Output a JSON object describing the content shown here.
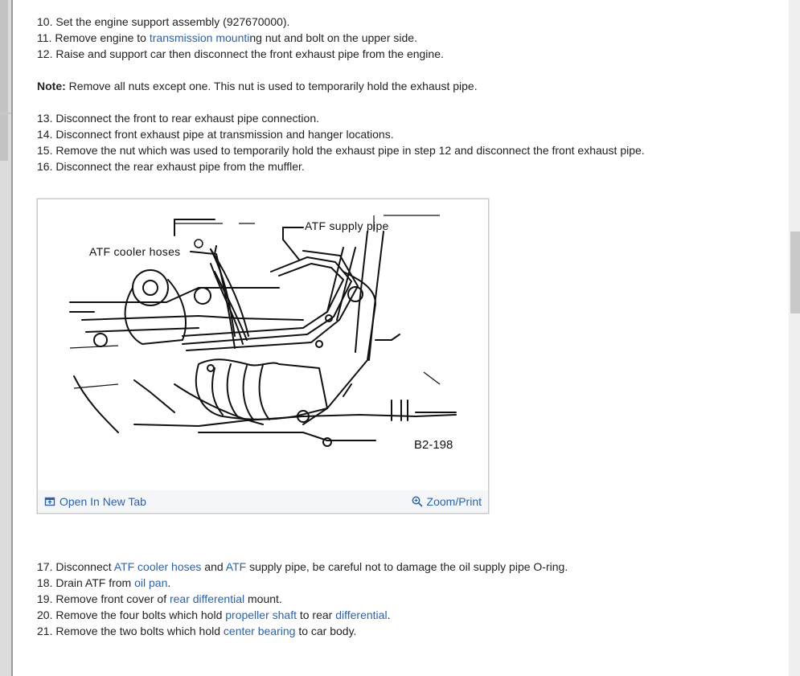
{
  "steps_top": [
    {
      "num": "10.",
      "before": "Set the engine support assembly (927670000).",
      "link": "",
      "after": ""
    },
    {
      "num": "11.",
      "before": "Remove engine to ",
      "link": "transmission mounti",
      "after": "ng nut and bolt on the upper side."
    },
    {
      "num": "12.",
      "before": "Raise and support car then disconnect the front exhaust pipe from the engine.",
      "link": "",
      "after": ""
    }
  ],
  "note": {
    "label": "Note:",
    "text": " Remove all nuts except one. This nut is used to temporarily hold the exhaust pipe."
  },
  "steps_mid": [
    {
      "num": "13.",
      "text": "Disconnect the front to rear exhaust pipe connection."
    },
    {
      "num": "14.",
      "text": "Disconnect front exhaust pipe at transmission and hanger locations."
    },
    {
      "num": "15.",
      "text": "Remove the nut which was used to temporarily hold the exhaust pipe in step 12 and disconnect the front exhaust pipe."
    },
    {
      "num": "16.",
      "text": "Disconnect the rear exhaust pipe from the muffler."
    }
  ],
  "figure": {
    "label_cooler": "ATF cooler hoses",
    "label_supply": "ATF supply pipe",
    "code": "B2-198",
    "open_tab": "Open In New Tab",
    "zoom": "Zoom/Print"
  },
  "steps_bottom": [
    {
      "num": "17.",
      "parts": [
        {
          "t": "Disconnect ",
          "link": false
        },
        {
          "t": "ATF cooler hoses",
          "link": true
        },
        {
          "t": " and ",
          "link": false
        },
        {
          "t": "ATF",
          "link": true
        },
        {
          "t": " supply pipe, be careful not to damage the oil supply pipe O-ring.",
          "link": false
        }
      ]
    },
    {
      "num": "18.",
      "parts": [
        {
          "t": "Drain ATF from ",
          "link": false
        },
        {
          "t": "oil pan",
          "link": true
        },
        {
          "t": ".",
          "link": false
        }
      ]
    },
    {
      "num": "19.",
      "parts": [
        {
          "t": "Remove front cover of ",
          "link": false
        },
        {
          "t": "rear differential",
          "link": true
        },
        {
          "t": " mount.",
          "link": false
        }
      ]
    },
    {
      "num": "20.",
      "parts": [
        {
          "t": "Remove the four bolts which hold ",
          "link": false
        },
        {
          "t": "propeller shaft",
          "link": true
        },
        {
          "t": " to rear ",
          "link": false
        },
        {
          "t": "differential",
          "link": true
        },
        {
          "t": ".",
          "link": false
        }
      ]
    },
    {
      "num": "21.",
      "parts": [
        {
          "t": "Remove the two bolts which hold ",
          "link": false
        },
        {
          "t": "center bearing",
          "link": true
        },
        {
          "t": " to car body.",
          "link": false
        }
      ]
    }
  ],
  "colors": {
    "link": "#2a62b0",
    "text": "#222222"
  }
}
